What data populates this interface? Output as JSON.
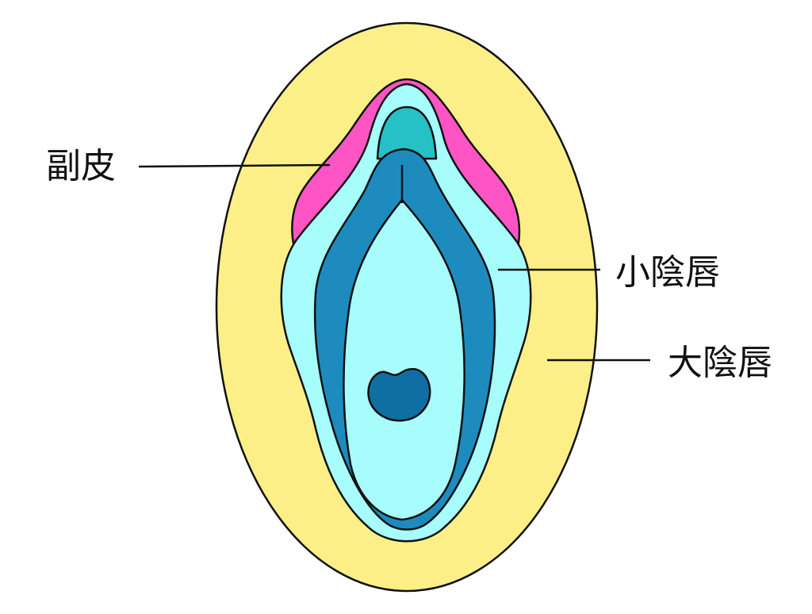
{
  "labels": {
    "prepuce": "副皮",
    "labia_minora": "小陰唇",
    "labia_majora": "大陰唇"
  },
  "colors": {
    "labia_majora": "#fdef88",
    "prepuce": "#ff55c4",
    "labia_minora": "#a7fcfc",
    "inner_labia": "#1e8bbf",
    "vestibule": "#a7fcfc",
    "clitoris": "#25c1c7",
    "vaginal_opening": "#0f6fa3",
    "outline": "#111111"
  }
}
